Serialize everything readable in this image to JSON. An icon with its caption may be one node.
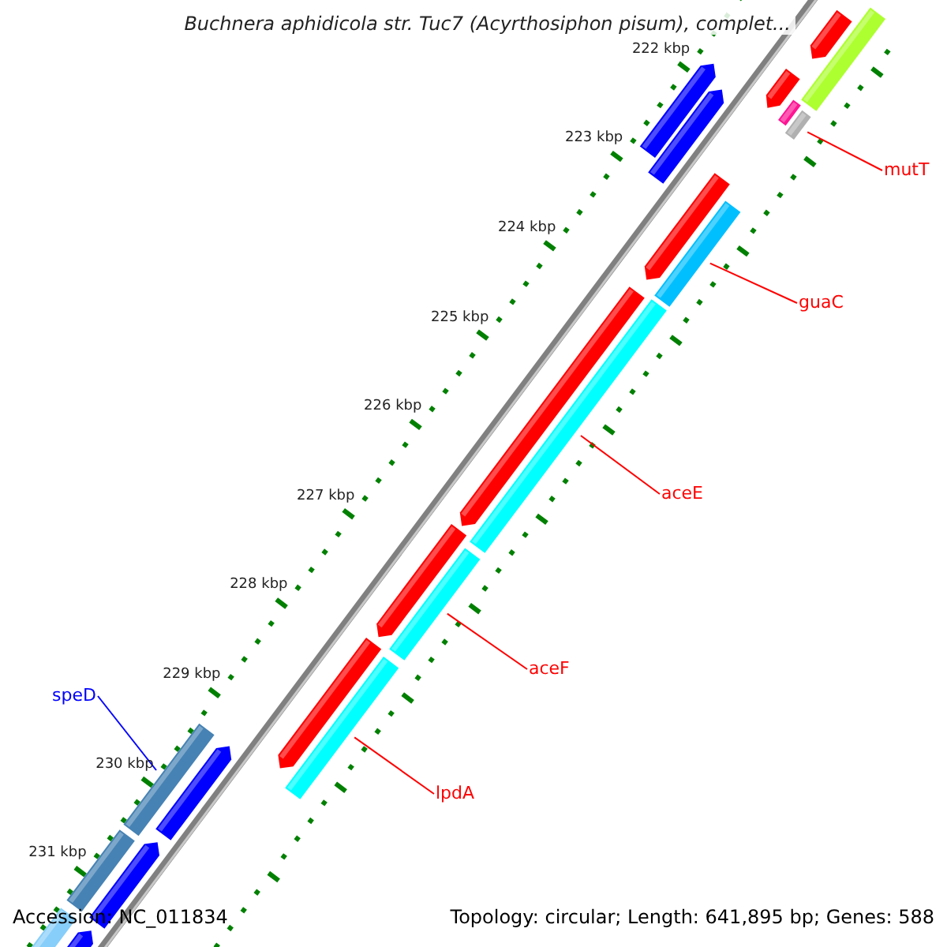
{
  "diagram": {
    "title": "Buchnera aphidicola str. Tuc7 (Acyrthosiphon pisum), complet...",
    "nodes": [
      {
        "text": [
          "mutT"
        ]
      },
      {
        "text": [
          "guaC"
        ]
      },
      {
        "text": [
          "aceE"
        ]
      },
      {
        "text": [
          "aceF"
        ]
      },
      {
        "text": [
          "speD"
        ]
      },
      {
        "text": [
          "lpdA"
        ]
      },
      {
        "text": [],
        "shape": "bar"
      },
      {
        "text": [],
        "shape": "bar"
      },
      {
        "text": [],
        "shape": "bar"
      },
      {
        "text": [],
        "shape": "bar"
      },
      {
        "text": [],
        "shape": "bar"
      },
      {
        "text": [],
        "shape": "bar"
      },
      {
        "text": [],
        "shape": "bar"
      },
      {
        "text": [],
        "shape": "bar"
      },
      {
        "text": [],
        "shape": "bar"
      },
      {
        "text": [],
        "shape": "bar"
      },
      {
        "text": [],
        "shape": "bar"
      },
      {
        "text": [],
        "shape": "bar"
      },
      {
        "text": [],
        "shape": "bar"
      },
      {
        "text": [],
        "shape": "bar"
      },
      {
        "text": [],
        "shape": "bar"
      },
      {
        "text": [],
        "shape": "bar"
      },
      {
        "text": [],
        "shape": "bar"
      },
      {
        "text": [],
        "shape": "bar"
      },
      {
        "text": [],
        "shape": "bar"
      },
      {
        "text": [],
        "shape": "bar"
      },
      {
        "text": [],
        "shape": "bar"
      }
    ],
    "edges": [
      {
        "from": 0,
        "to": 11,
        "arrow": "none"
      },
      {
        "from": 1,
        "to": 14,
        "arrow": "none"
      },
      {
        "from": 2,
        "to": 16,
        "arrow": "none"
      },
      {
        "from": 3,
        "to": 18,
        "arrow": "none"
      },
      {
        "from": 4,
        "to": 21,
        "arrow": "none",
        "color": "#0000ff"
      },
      {
        "from": 5,
        "to": 20,
        "arrow": "none"
      }
    ],
    "labels": [
      "222 kbp",
      "223 kbp",
      "224 kbp",
      "225 kbp",
      "226 kbp",
      "227 kbp",
      "228 kbp",
      "229 kbp",
      "230 kbp",
      "231 kbp",
      "Accession: NC_011834",
      "Topology: circular; Length: 641,895 bp; Genes: 588"
    ]
  }
}
